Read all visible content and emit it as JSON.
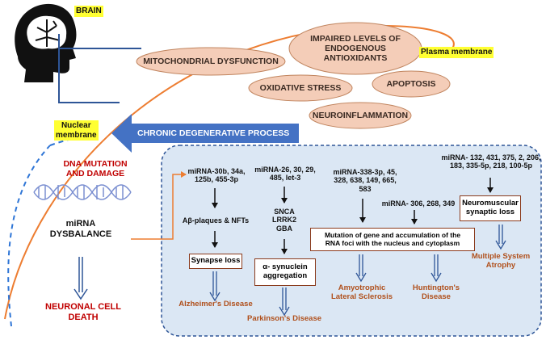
{
  "labels": {
    "brain": "BRAIN",
    "plasma_membrane": "Plasma membrane",
    "nuclear_membrane": "Nuclear\nmembrane",
    "chronic": "CHRONIC DEGENERATIVE PROCESS",
    "dna": "DNA MUTATION\nAND DAMAGE",
    "mirna_dysbalance": "miRNA\nDYSBALANCE",
    "cell_death": "NEURONAL CELL DEATH"
  },
  "stress_factors": {
    "impaired": "IMPAIRED LEVELS OF\nENDOGENOUS\nANTIOXIDANTS",
    "mito": "MITOCHONDRIAL DYSFUNCTION",
    "oxidative": "OXIDATIVE STRESS",
    "apoptosis": "APOPTOSIS",
    "neuroinflammation": "NEUROINFLAMMATION"
  },
  "pathways": {
    "alz_mirna": "miRNA-30b, 34a,\n125b, 455-3p",
    "alz_step": "Aβ-plaques & NFTs",
    "alz_box": "Synapse loss",
    "alz_disease": "Alzheimer's Disease",
    "pd_mirna": "miRNA-26, 30, 29,\n485, let-3",
    "pd_genes": "SNCA\nLRRK2\nGBA",
    "pd_box": "α- synuclein\naggregation",
    "pd_disease": "Parkinson's Disease",
    "als_mirna": "miRNA-338-3p, 45,\n328, 638, 149, 665,\n583",
    "hd_mirna": "miRNA- 306, 268, 349",
    "shared_box": "Mutation of gene and accumulation of the\nRNA foci with the nucleus and cytoplasm",
    "als_disease": "Amyotrophic\nLateral Sclerosis",
    "hd_disease": "Huntington's\nDisease",
    "msa_mirna": "miRNA- 132, 431, 375, 2, 206,\n183, 335-5p, 218, 100-5p",
    "msa_box": "Neuromuscular\nsynaptic loss",
    "msa_disease": "Multiple System\nAtrophy"
  },
  "colors": {
    "membrane": "#ed7d31",
    "ellipse_fill": "#f4cdb8",
    "ellipse_stroke": "#c0845e",
    "arrow_blue": "#4472c4",
    "panel_fill": "#dbe7f4",
    "panel_stroke": "#2e5597",
    "box_stroke": "#8a3a1c",
    "disease_text": "#b0501c",
    "alert_red": "#c00000",
    "highlight": "#ffff33",
    "dna_helix": "#7b8fd1"
  },
  "icons": [
    "head-brain-icon",
    "dna-helix-icon"
  ]
}
